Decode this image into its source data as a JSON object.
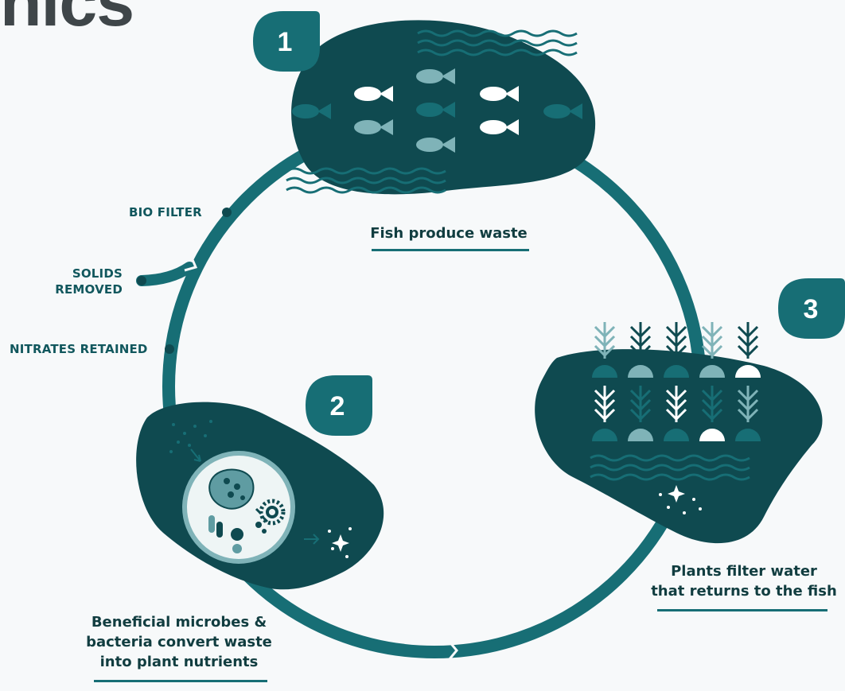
{
  "title_fragment": "nics",
  "steps": [
    {
      "number": "1",
      "caption": "Fish produce waste"
    },
    {
      "number": "2",
      "caption_lines": [
        "Beneficial microbes &",
        "bacteria convert waste",
        "into plant nutrients"
      ]
    },
    {
      "number": "3",
      "caption_lines": [
        "Plants filter water",
        "that returns to the fish"
      ]
    }
  ],
  "side_labels": {
    "bio_filter": "BIO FILTER",
    "solids_removed": [
      "SOLIDS",
      "REMOVED"
    ],
    "nitrates_retained": "NITRATES RETAINED"
  },
  "colors": {
    "dark": "#0f4a50",
    "teal": "#176e75",
    "light": "#7fb3b8",
    "white": "#ffffff"
  }
}
